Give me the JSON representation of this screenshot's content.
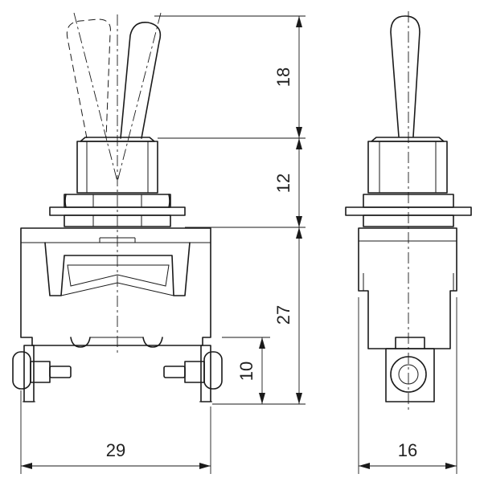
{
  "dimensions": {
    "lever_height": "18",
    "bushing_height": "12",
    "body_height": "27",
    "terminal_height": "10",
    "body_width": "29",
    "side_width": "16"
  }
}
